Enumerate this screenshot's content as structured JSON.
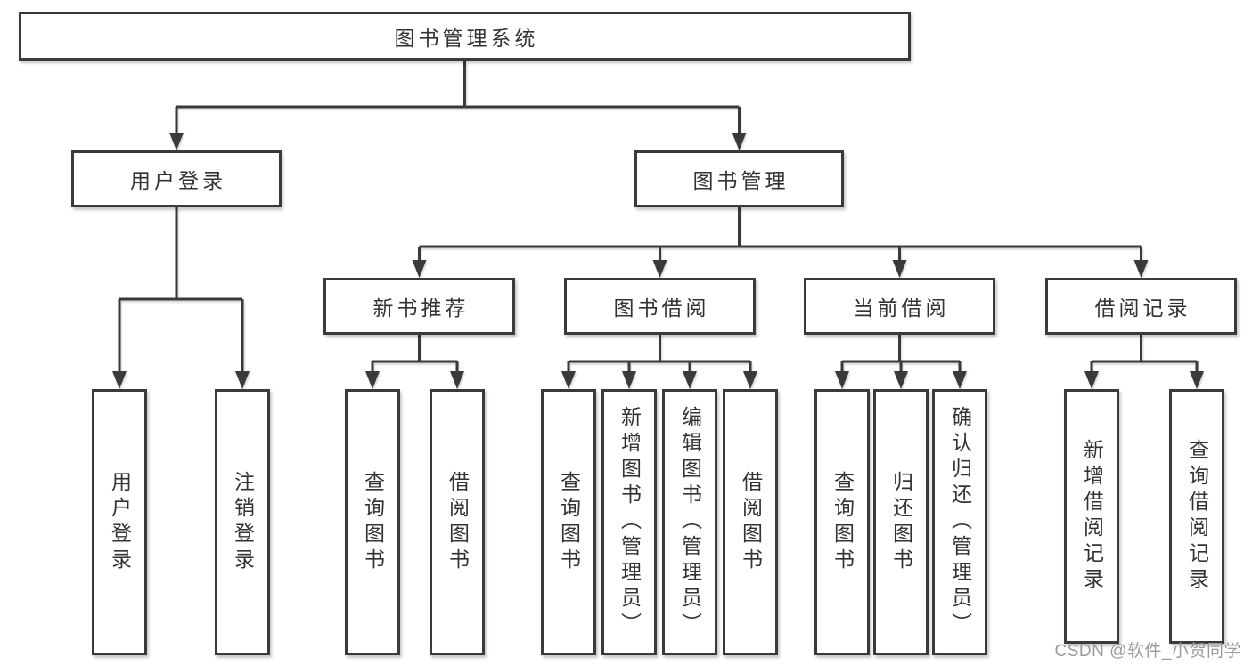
{
  "diagram": {
    "root": {
      "label": "图书管理系统"
    },
    "branches": [
      {
        "label": "用户登录",
        "children": [
          {
            "label": "用户登录"
          },
          {
            "label": "注销登录"
          }
        ]
      },
      {
        "label": "图书管理",
        "children": [
          {
            "label": "新书推荐",
            "children": [
              {
                "label": "查询图书"
              },
              {
                "label": "借阅图书"
              }
            ]
          },
          {
            "label": "图书借阅",
            "children": [
              {
                "label": "查询图书"
              },
              {
                "label": "新增图书（管理员）"
              },
              {
                "label": "编辑图书（管理员）"
              },
              {
                "label": "借阅图书"
              }
            ]
          },
          {
            "label": "当前借阅",
            "children": [
              {
                "label": "查询图书"
              },
              {
                "label": "归还图书"
              },
              {
                "label": "确认归还（管理员）"
              }
            ]
          },
          {
            "label": "借阅记录",
            "children": [
              {
                "label": "新增借阅记录"
              },
              {
                "label": "查询借阅记录"
              }
            ]
          }
        ]
      }
    ],
    "watermark": "CSDN @软件_小贺同学",
    "colors": {
      "stroke": "#3a3a3a",
      "text": "#333333",
      "background": "#ffffff",
      "watermark": "#9b9b9b"
    }
  }
}
